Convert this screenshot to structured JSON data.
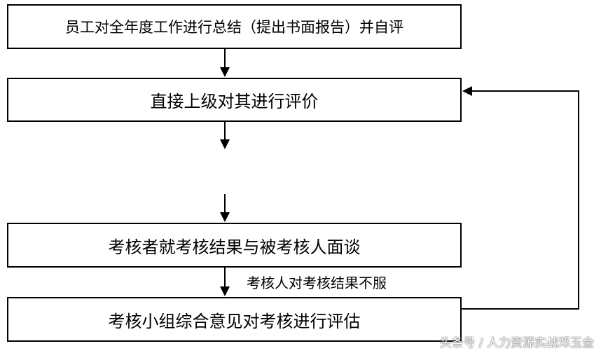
{
  "flowchart": {
    "step1": "员工对全年度工作进行总结（提出书面报告）并自评",
    "step2": "直接上级对其进行评价",
    "step3": "考核者就考核结果与被考核人面谈",
    "step4": "考核小组综合意见对考核进行评估",
    "condition_label": "考核人对考核结果不服"
  },
  "watermark": "头条号 / 人力资源实战邓玉金"
}
